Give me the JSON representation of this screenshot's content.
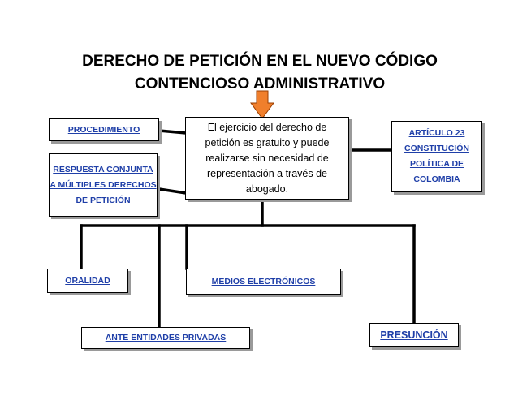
{
  "title": {
    "line1": "DERECHO DE PETICIÓN EN EL NUEVO CÓDIGO",
    "line2": "CONTENCIOSO ADMINISTRATIVO"
  },
  "center": "El ejercicio del derecho de petición es gratuito y puede realizarse sin necesidad de representación a través de abogado.",
  "procedimiento": "PROCEDIMIENTO",
  "respuesta": "RESPUESTA CONJUNTA A MÚLTIPLES DERECHOS DE PETICIÓN",
  "articulo": "ARTÍCULO 23 CONSTITUCIÓN POLÍTICA DE COLOMBIA",
  "oralidad": "ORALIDAD",
  "medios": "MEDIOS ELECTRÓNICOS",
  "entidades": "ANTE ENTIDADES PRIVADAS",
  "presuncion": "PRESUNCIÓN",
  "colors": {
    "link": "#1f3fa8",
    "arrow": "#f07f2c",
    "shadow": "#9a9a9a"
  },
  "icons": {
    "arrow": "down-arrow-icon"
  }
}
